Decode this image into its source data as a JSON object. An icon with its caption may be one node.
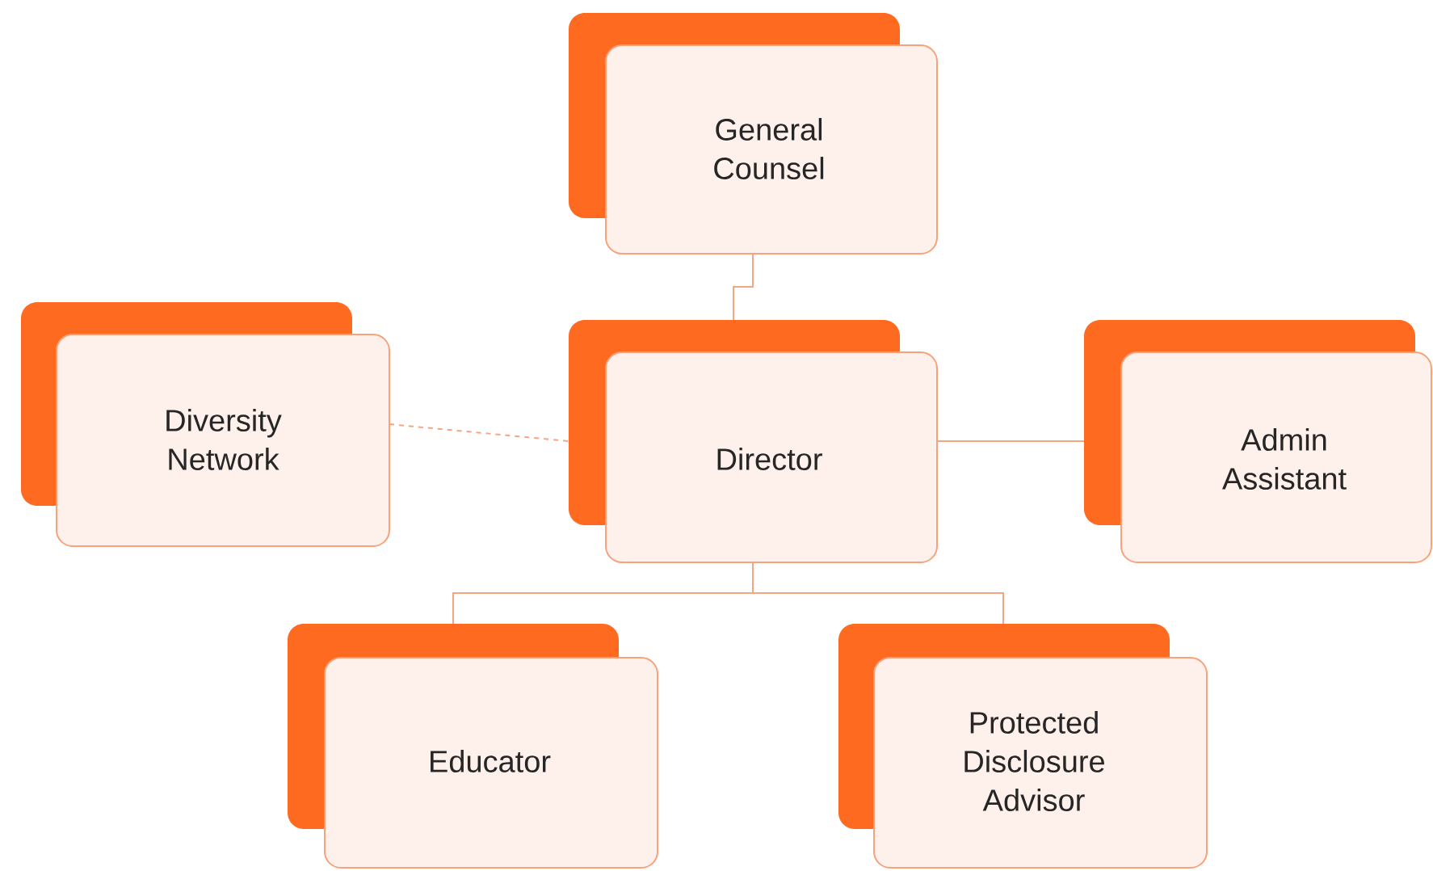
{
  "diagram": {
    "nodes": [
      {
        "text": [
          "General Counsel"
        ]
      },
      {
        "text": [
          "Diversity Network"
        ]
      },
      {
        "text": [
          "Director"
        ]
      },
      {
        "text": [
          "Admin Assistant"
        ]
      },
      {
        "text": [
          "Educator"
        ]
      },
      {
        "text": [
          "Protected Disclosure Advisor"
        ]
      }
    ],
    "edges": [
      {
        "from": 0,
        "to": 2,
        "arrow": "none"
      },
      {
        "from": 1,
        "to": 2,
        "arrow": "none",
        "style": "dashed"
      },
      {
        "from": 2,
        "to": 3,
        "arrow": "none"
      },
      {
        "from": 2,
        "to": 4,
        "arrow": "none"
      },
      {
        "from": 2,
        "to": 5,
        "arrow": "none"
      }
    ]
  }
}
